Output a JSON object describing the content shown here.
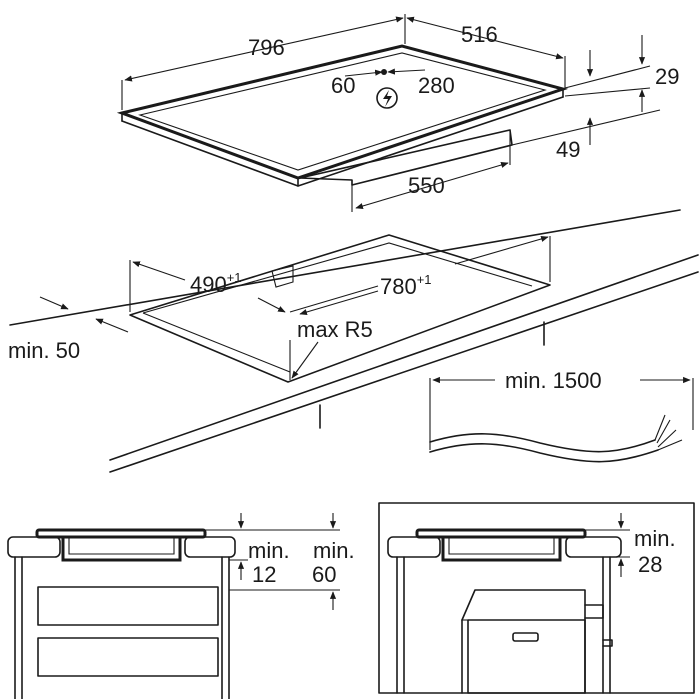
{
  "colors": {
    "stroke": "#1a1a1a",
    "background": "#ffffff"
  },
  "icons": {
    "power": "lightning-circle-icon"
  },
  "hob": {
    "width": "796",
    "depth": "516",
    "offset_left": "60",
    "offset_right": "280",
    "thickness": "29",
    "box_height": "49",
    "box_width": "550"
  },
  "cutout": {
    "depth_main": "490",
    "depth_tol": "+1",
    "width_main": "780",
    "width_tol": "+1",
    "radius": "max R5",
    "front_distance": "min. 50"
  },
  "cable": {
    "length": "min. 1500"
  },
  "section_drawers": {
    "gap_label": "min.",
    "gap_value": "12",
    "clear_label": "min.",
    "clear_value": "60"
  },
  "section_oven": {
    "clear_label": "min.",
    "clear_value": "28"
  }
}
